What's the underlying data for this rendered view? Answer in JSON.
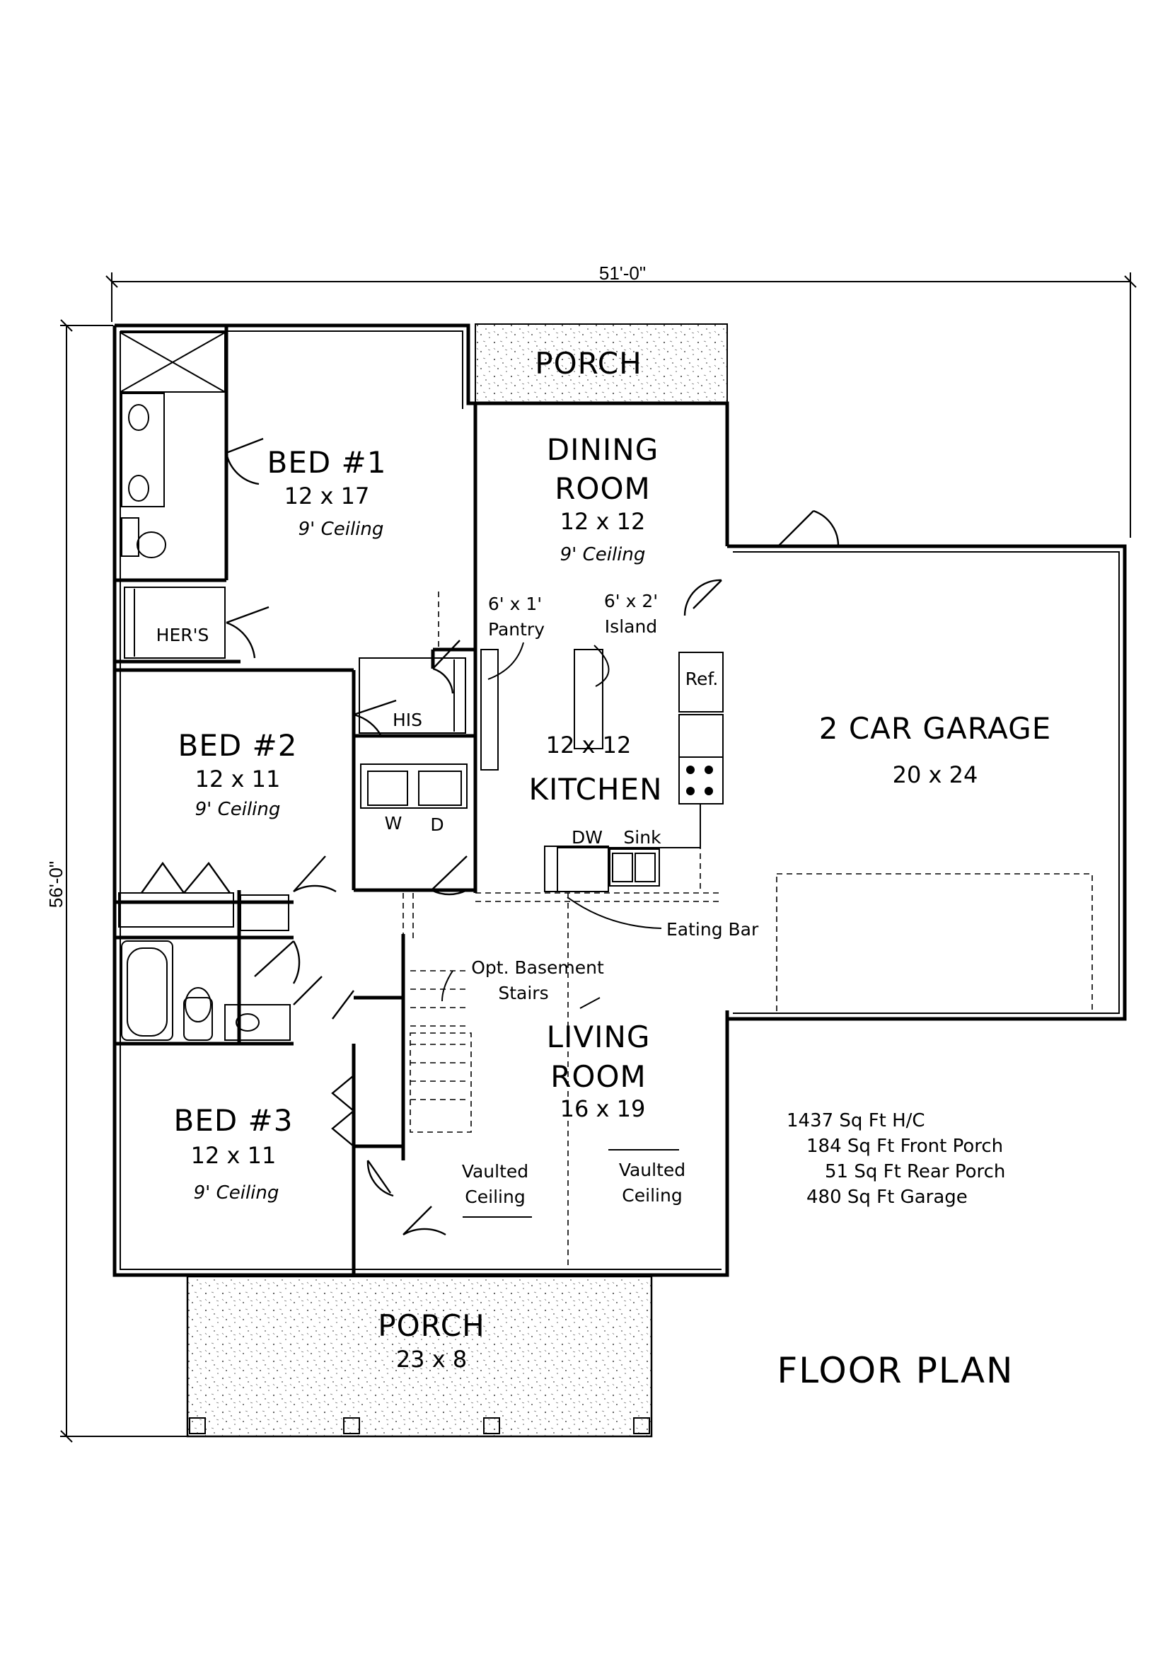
{
  "dimensions": {
    "overall_width": "51'-0\"",
    "overall_depth": "56'-0\""
  },
  "rooms": {
    "porch_rear": "PORCH",
    "dining_name_1": "DINING",
    "dining_name_2": "ROOM",
    "dining_size": "12 x 12",
    "dining_ceiling": "9' Ceiling",
    "bed1_name": "BED #1",
    "bed1_size": "12 x 17",
    "bed1_ceiling": "9' Ceiling",
    "hers": "HER'S",
    "his": "HIS",
    "pantry_size": "6' x 1'",
    "pantry_label": "Pantry",
    "island_size": "6' x 2'",
    "island_label": "Island",
    "ref": "Ref.",
    "kitchen_size": "12 x 12",
    "kitchen_name": "KITCHEN",
    "washer": "W",
    "dryer": "D",
    "dw": "DW",
    "sink": "Sink",
    "eating_bar": "Eating Bar",
    "bed2_name": "BED #2",
    "bed2_size": "12 x 11",
    "bed2_ceiling": "9' Ceiling",
    "garage_name": "2 CAR GARAGE",
    "garage_size": "20 x 24",
    "basement_1": "Opt. Basement",
    "basement_2": "Stairs",
    "living_name_1": "LIVING",
    "living_name_2": "ROOM",
    "living_size": "16 x 19",
    "bed3_name": "BED #3",
    "bed3_size": "12 x 11",
    "bed3_ceiling": "9' Ceiling",
    "vaulted_left_1": "Vaulted",
    "vaulted_left_2": "Ceiling",
    "vaulted_right_1": "Vaulted",
    "vaulted_right_2": "Ceiling",
    "porch_front": "PORCH",
    "porch_front_size": "23 x 8"
  },
  "areas": [
    "1437 Sq Ft H/C",
    "184 Sq Ft Front Porch",
    "51 Sq Ft Rear Porch",
    "480 Sq Ft Garage"
  ],
  "title": "FLOOR PLAN"
}
